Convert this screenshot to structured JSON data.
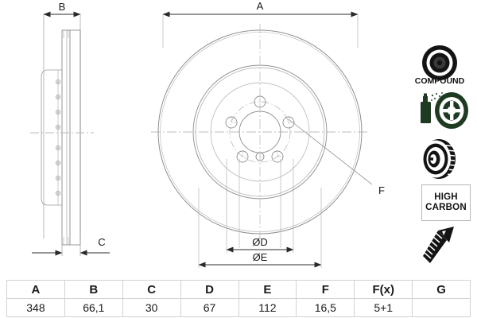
{
  "drawing": {
    "title": "brake-disc-technical-drawing",
    "dimensions": {
      "A": "A",
      "B": "B",
      "C": "C",
      "D": "ØD",
      "E": "ØE",
      "F": "F"
    }
  },
  "badges": [
    {
      "id": "compound",
      "icon": "compound-disc-icon",
      "label": "COMPOUND"
    },
    {
      "id": "coating",
      "icon": "spray-can-coating-icon",
      "label": ""
    },
    {
      "id": "vented",
      "icon": "vented-disc-3d-icon",
      "label": ""
    },
    {
      "id": "highcarbon",
      "icon": "high-carbon-box",
      "label_line1": "HIGH",
      "label_line2": "CARBON"
    },
    {
      "id": "screw",
      "icon": "countersunk-screw-icon",
      "label": ""
    }
  ],
  "table": {
    "headers": [
      "A",
      "B",
      "C",
      "D",
      "E",
      "F",
      "F(x)",
      "G"
    ],
    "values": [
      "348",
      "66,1",
      "30",
      "67",
      "112",
      "16,5",
      "5+1",
      ""
    ]
  },
  "colors": {
    "line": "#8c8c8c",
    "line_dark": "#6e6e6e",
    "dim": "#2b2b2b",
    "center": "#a9a9a9",
    "badge_green": "#1e3b22",
    "badge_black": "#111111",
    "table_border": "#d2d2d2"
  }
}
